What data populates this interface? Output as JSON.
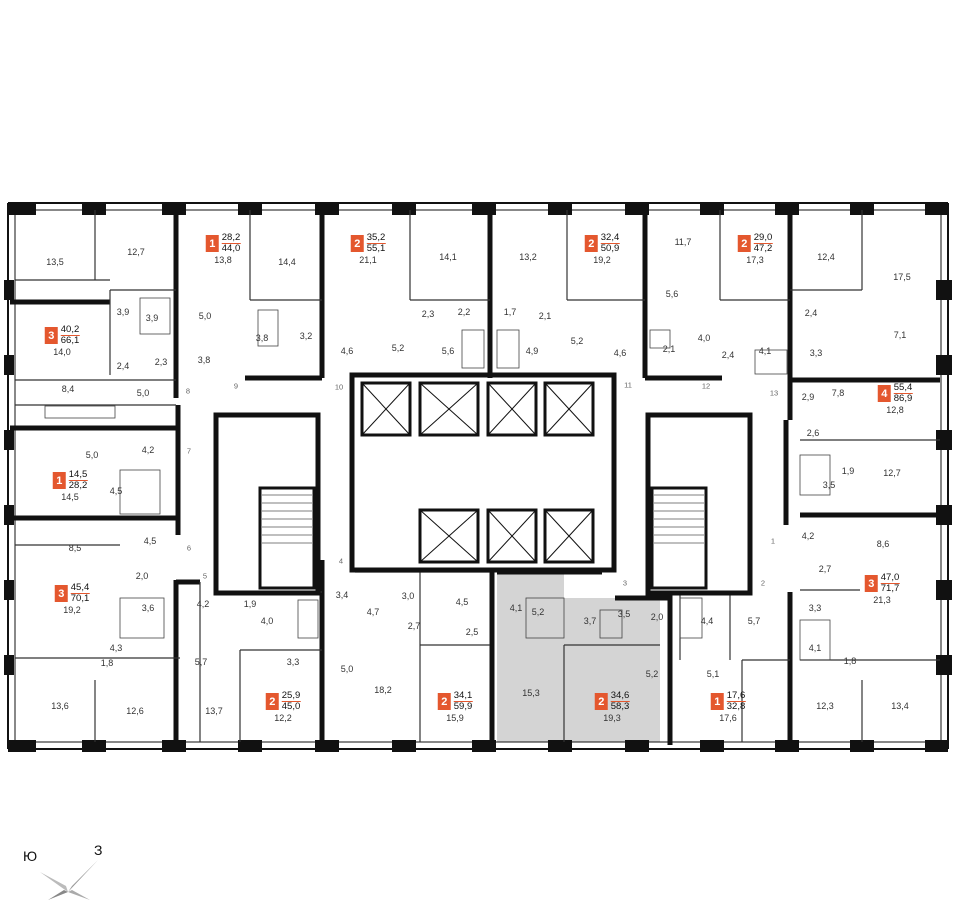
{
  "compass": {
    "south_label": "Ю",
    "west_label": "З"
  },
  "apartments": [
    {
      "id": "a1",
      "rooms": "1",
      "total": "28,2",
      "living_total": "44,0",
      "living": "13,8"
    },
    {
      "id": "a2",
      "rooms": "2",
      "total": "35,2",
      "living_total": "55,1",
      "living": "21,1"
    },
    {
      "id": "a3",
      "rooms": "2",
      "total": "32,4",
      "living_total": "50,9",
      "living": "19,2"
    },
    {
      "id": "a4",
      "rooms": "2",
      "total": "29,0",
      "living_total": "47,2",
      "living": "17,3"
    },
    {
      "id": "a5",
      "rooms": "3",
      "total": "40,2",
      "living_total": "66,1",
      "living": "14,0"
    },
    {
      "id": "a6",
      "rooms": "1",
      "total": "14,5",
      "living_total": "28,2",
      "living": "14,5"
    },
    {
      "id": "a7",
      "rooms": "4",
      "total": "55,4",
      "living_total": "86,9",
      "living": "12,8"
    },
    {
      "id": "a8",
      "rooms": "3",
      "total": "45,4",
      "living_total": "70,1",
      "living": "19,2"
    },
    {
      "id": "a9",
      "rooms": "3",
      "total": "47,0",
      "living_total": "71,7",
      "living": "21,3"
    },
    {
      "id": "a10",
      "rooms": "2",
      "total": "25,9",
      "living_total": "45,0",
      "living": "12,2"
    },
    {
      "id": "a11",
      "rooms": "2",
      "total": "34,1",
      "living_total": "59,9",
      "living": "15,9"
    },
    {
      "id": "a12",
      "rooms": "2",
      "total": "34,6",
      "living_total": "58,3",
      "living": "19,3"
    },
    {
      "id": "a13",
      "rooms": "1",
      "total": "17,6",
      "living_total": "32,8",
      "living": "17,6"
    }
  ],
  "rooms": [
    "13,5",
    "12,7",
    "14,4",
    "14,1",
    "13,2",
    "11,7",
    "12,4",
    "17,5",
    "3,9",
    "3,9",
    "5,0",
    "3,8",
    "3,2",
    "4,6",
    "5,2",
    "5,6",
    "2,3",
    "2,2",
    "1,7",
    "2,1",
    "4,9",
    "5,2",
    "4,6",
    "5,6",
    "4,0",
    "2,1",
    "2,4",
    "4,1",
    "3,3",
    "2,4",
    "7,1",
    "2,4",
    "2,3",
    "3,8",
    "8,4",
    "5,0",
    "5,0",
    "4,2",
    "4,5",
    "7,8",
    "2,9",
    "2,6",
    "1,9",
    "3,5",
    "12,7",
    "8,5",
    "4,5",
    "2,0",
    "3,6",
    "4,2",
    "1,9",
    "4,0",
    "3,4",
    "3,0",
    "4,5",
    "4,7",
    "2,7",
    "2,5",
    "4,1",
    "5,2",
    "3,7",
    "3,5",
    "2,0",
    "4,4",
    "5,7",
    "4,2",
    "8,6",
    "2,7",
    "3,3",
    "4,3",
    "1,8",
    "5,7",
    "3,3",
    "5,0",
    "15,3",
    "5,2",
    "5,1",
    "4,1",
    "1,8",
    "13,6",
    "12,6",
    "13,7",
    "18,2",
    "12,3",
    "13,4"
  ],
  "doors": [
    "7",
    "6",
    "5",
    "8",
    "9",
    "10",
    "11",
    "12",
    "13",
    "1",
    "2",
    "3",
    "4"
  ]
}
